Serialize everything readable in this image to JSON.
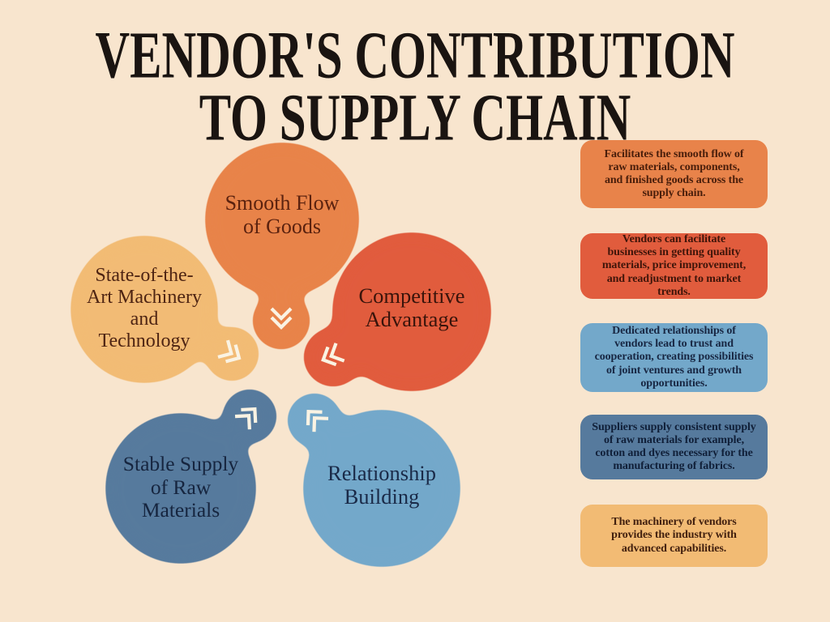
{
  "title": "VENDOR'S CONTRIBUTION\nTO SUPPLY CHAIN",
  "colors": {
    "background": "#F8E5CE",
    "orange": "#E8834A",
    "red": "#E15C3D",
    "tan": "#F2BB74",
    "dark_blue": "#567A9D",
    "light_blue": "#73A8CA",
    "chevron": "#FAF3E3",
    "title_text": "#1A1411"
  },
  "bubbles": [
    {
      "label": "Smooth Flow\nof Goods",
      "color": "#E8834A",
      "chevron_direction": "down"
    },
    {
      "label": "State-of-the-\nArt Machinery\nand\nTechnology",
      "color": "#F2BB74",
      "chevron_direction": "right-down"
    },
    {
      "label": "Competitive\nAdvantage",
      "color": "#E15C3D",
      "chevron_direction": "left-down"
    },
    {
      "label": "Stable Supply\nof Raw\nMaterials",
      "color": "#567A9D",
      "chevron_direction": "up-right"
    },
    {
      "label": "Relationship\nBuilding",
      "color": "#73A8CA",
      "chevron_direction": "up-left"
    }
  ],
  "cards": [
    {
      "text": "Facilitates the smooth flow of\nraw materials, components,\nand finished goods across the\nsupply chain.",
      "color": "#E8834A"
    },
    {
      "text": "Vendors can facilitate\nbusinesses in getting quality\nmaterials, price improvement,\nand readjustment to market\ntrends.",
      "color": "#E15C3D"
    },
    {
      "text": "Dedicated relationships of\nvendors lead to trust and\ncooperation, creating possibilities\nof joint ventures and growth\nopportunities.",
      "color": "#73A8CA"
    },
    {
      "text": "Suppliers supply consistent supply\nof raw materials for example,\ncotton and dyes necessary for the\nmanufacturing of fabrics.",
      "color": "#567A9D"
    },
    {
      "text": "The machinery of vendors\nprovides the industry with\nadvanced capabilities.",
      "color": "#F2BB74"
    }
  ]
}
